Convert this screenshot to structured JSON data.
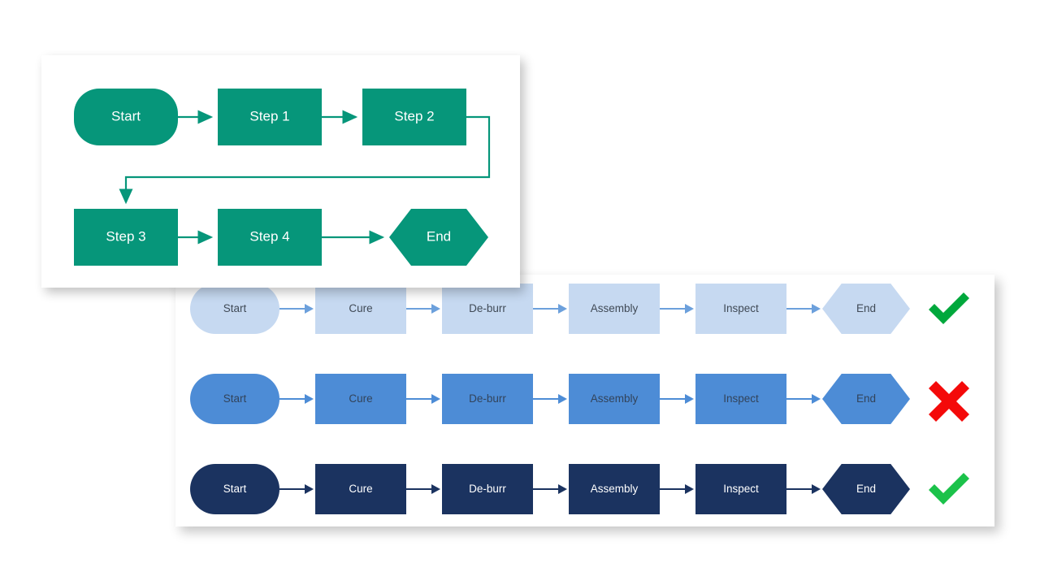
{
  "template_diagram": {
    "name": "generic-process-template",
    "fill": "#06967A",
    "stroke": "#06967A",
    "label_color": "#ffffff",
    "nodes": [
      {
        "id": "start",
        "label": "Start",
        "shape": "rounded-pill"
      },
      {
        "id": "step1",
        "label": "Step 1",
        "shape": "rectangle"
      },
      {
        "id": "step2",
        "label": "Step 2",
        "shape": "rectangle"
      },
      {
        "id": "step3",
        "label": "Step 3",
        "shape": "rectangle"
      },
      {
        "id": "step4",
        "label": "Step 4",
        "shape": "rectangle"
      },
      {
        "id": "end",
        "label": "End",
        "shape": "hexagon"
      }
    ],
    "edges": [
      {
        "from": "start",
        "to": "step1",
        "style": "straight"
      },
      {
        "from": "step1",
        "to": "step2",
        "style": "straight"
      },
      {
        "from": "step2",
        "to": "step3",
        "style": "elbow-wrap"
      },
      {
        "from": "step3",
        "to": "step4",
        "style": "straight"
      },
      {
        "from": "step4",
        "to": "end",
        "style": "straight"
      }
    ]
  },
  "variants_panel": {
    "name": "process-variants",
    "stage_labels": [
      "Start",
      "Cure",
      "De-burr",
      "Assembly",
      "Inspect",
      "End"
    ],
    "stage_shapes": [
      "rounded-pill",
      "rectangle",
      "rectangle",
      "rectangle",
      "rectangle",
      "hexagon"
    ],
    "rows": [
      {
        "id": "variant-light",
        "fill": "#C6D9F1",
        "text_color": "#404A56",
        "arrow_color": "#6CA0DC",
        "status": "check",
        "status_label": "valid",
        "status_color": "#00A83C"
      },
      {
        "id": "variant-medium",
        "fill": "#4D8CD6",
        "text_color": "#32435A",
        "arrow_color": "#4D8CD6",
        "status": "cross",
        "status_label": "invalid",
        "status_color": "#F40A0A"
      },
      {
        "id": "variant-dark",
        "fill": "#1B3360",
        "text_color": "#FFFFFF",
        "arrow_color": "#1B3360",
        "status": "check",
        "status_label": "valid",
        "status_color": "#1BC24A"
      }
    ]
  }
}
